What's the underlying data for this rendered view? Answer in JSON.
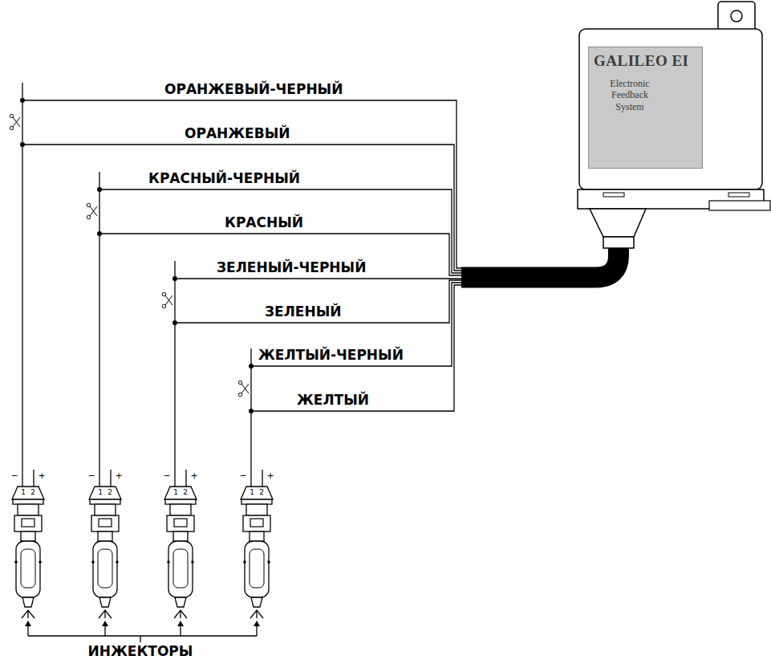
{
  "diagram": {
    "nodes": [
      {
        "text": [
          "GALILEO EI",
          "Electronic Feedback System"
        ]
      }
    ],
    "labels": [
      "ОРАНЖЕВЫЙ-ЧЕРНЫЙ",
      "ОРАНЖЕВЫЙ",
      "КРАСНЫЙ-ЧЕРНЫЙ",
      "КРАСНЫЙ",
      "ЗЕЛЕНЫЙ-ЧЕРНЫЙ",
      "ЗЕЛЕНЫЙ",
      "ЖЕЛТЫЙ-ЧЕРНЫЙ",
      "ЖЕЛТЫЙ",
      "−",
      "+",
      "1",
      "2",
      "−",
      "+",
      "1",
      "2",
      "−",
      "+",
      "1",
      "2",
      "−",
      "+",
      "1",
      "2",
      "ИНЖЕКТОРЫ"
    ]
  }
}
